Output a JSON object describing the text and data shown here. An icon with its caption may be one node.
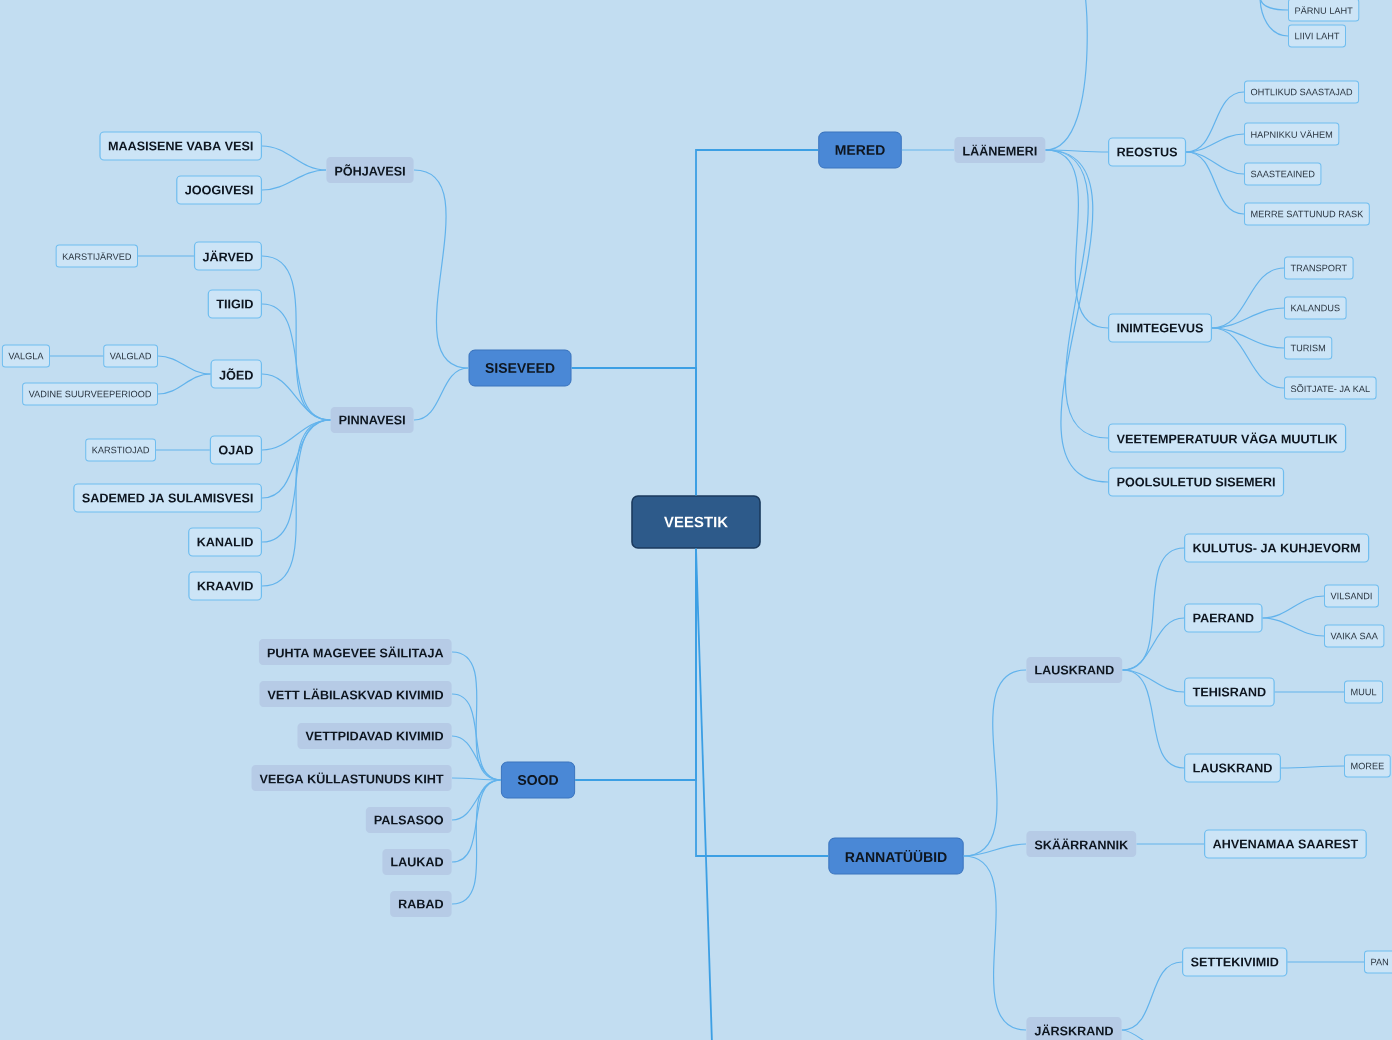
{
  "diagram": {
    "nodes": [
      {
        "text": [
          "VEESTIK"
        ]
      },
      {
        "text": [
          "SISEVEED"
        ]
      },
      {
        "text": [
          "PÕHJAVESI"
        ]
      },
      {
        "text": [
          "MAASISENE VABA VESI"
        ]
      },
      {
        "text": [
          "JOOGIVESI"
        ]
      },
      {
        "text": [
          "PINNAVESI"
        ]
      },
      {
        "text": [
          "JÄRVED"
        ]
      },
      {
        "text": [
          "KARSTIJÄRVED"
        ]
      },
      {
        "text": [
          "TIIGID"
        ]
      },
      {
        "text": [
          "JÕED"
        ]
      },
      {
        "text": [
          "VALGLAD"
        ]
      },
      {
        "text": [
          "VALGLA"
        ]
      },
      {
        "text": [
          "VADINE SUURVEEPERIOOD"
        ]
      },
      {
        "text": [
          "OJAD"
        ]
      },
      {
        "text": [
          "KARSTIOJAD"
        ]
      },
      {
        "text": [
          "SADEMED JA SULAMISVESI"
        ]
      },
      {
        "text": [
          "KANALID"
        ]
      },
      {
        "text": [
          "KRAAVID"
        ]
      },
      {
        "text": [
          "SOOD"
        ]
      },
      {
        "text": [
          "PUHTA MAGEVEE SÄILITAJA"
        ]
      },
      {
        "text": [
          "VETT LÄBILASKVAD KIVIMID"
        ]
      },
      {
        "text": [
          "VETTPIDAVAD KIVIMID"
        ]
      },
      {
        "text": [
          "VEEGA KÜLLASTUNUDS KIHT"
        ]
      },
      {
        "text": [
          "PALSASOO"
        ]
      },
      {
        "text": [
          "LAUKAD"
        ]
      },
      {
        "text": [
          "RABAD"
        ]
      },
      {
        "text": [
          "MERED"
        ]
      },
      {
        "text": [
          "LÄÄNEMERI"
        ]
      },
      {
        "text": [
          "PÄRNU LAHT"
        ]
      },
      {
        "text": [
          "LIIVI LAHT"
        ]
      },
      {
        "text": [
          "REOSTUS"
        ]
      },
      {
        "text": [
          "OHTLIKUD SAASTAJAD"
        ]
      },
      {
        "text": [
          "HAPNIKKU VÄHEM"
        ]
      },
      {
        "text": [
          "SAASTEAINED"
        ]
      },
      {
        "text": [
          "MERRE SATTUNUD RASK"
        ]
      },
      {
        "text": [
          "INIMTEGEVUS"
        ]
      },
      {
        "text": [
          "TRANSPORT"
        ]
      },
      {
        "text": [
          "KALANDUS"
        ]
      },
      {
        "text": [
          "TURISM"
        ]
      },
      {
        "text": [
          "SÕITJATE- JA KAL"
        ]
      },
      {
        "text": [
          "VEETEMPERATUUR VÄGA MUUTLIK"
        ]
      },
      {
        "text": [
          "POOLSULETUD SISEMERI"
        ]
      },
      {
        "text": [
          "RANNATÜÜBID"
        ]
      },
      {
        "text": [
          "LAUSKRAND"
        ]
      },
      {
        "text": [
          "KULUTUS- JA KUHJEVORM"
        ]
      },
      {
        "text": [
          "PAERAND"
        ]
      },
      {
        "text": [
          "VILSANDI"
        ]
      },
      {
        "text": [
          "VAIKA SAA"
        ]
      },
      {
        "text": [
          "TEHISRAND"
        ]
      },
      {
        "text": [
          "MUUL"
        ]
      },
      {
        "text": [
          "LAUSKRAND"
        ]
      },
      {
        "text": [
          "MOREE"
        ]
      },
      {
        "text": [
          "SKÄÄRRANNIK"
        ]
      },
      {
        "text": [
          "AHVENAMAA SAAREST"
        ]
      },
      {
        "text": [
          "JÄRSKRAND"
        ]
      },
      {
        "text": [
          "SETTEKIVIMID"
        ]
      },
      {
        "text": [
          "PAN"
        ]
      }
    ],
    "edges": [
      {
        "from": 0,
        "to": 1,
        "arrow": "none"
      },
      {
        "from": 0,
        "to": 18,
        "arrow": "none"
      },
      {
        "from": 0,
        "to": 26,
        "arrow": "none"
      },
      {
        "from": 0,
        "to": 42,
        "arrow": "none"
      },
      {
        "from": 0,
        "to": null,
        "arrow": "none"
      },
      {
        "from": 1,
        "to": 2,
        "arrow": "none"
      },
      {
        "from": 1,
        "to": 5,
        "arrow": "none"
      },
      {
        "from": 2,
        "to": 3,
        "arrow": "none"
      },
      {
        "from": 2,
        "to": 4,
        "arrow": "none"
      },
      {
        "from": 5,
        "to": 6,
        "arrow": "none"
      },
      {
        "from": 5,
        "to": 8,
        "arrow": "none"
      },
      {
        "from": 5,
        "to": 9,
        "arrow": "none"
      },
      {
        "from": 5,
        "to": 13,
        "arrow": "none"
      },
      {
        "from": 5,
        "to": 15,
        "arrow": "none"
      },
      {
        "from": 5,
        "to": 16,
        "arrow": "none"
      },
      {
        "from": 5,
        "to": 17,
        "arrow": "none"
      },
      {
        "from": 6,
        "to": 7,
        "arrow": "none"
      },
      {
        "from": 9,
        "to": 10,
        "arrow": "none"
      },
      {
        "from": 10,
        "to": 11,
        "arrow": "none"
      },
      {
        "from": 9,
        "to": 12,
        "arrow": "none"
      },
      {
        "from": 13,
        "to": 14,
        "arrow": "none"
      },
      {
        "from": 18,
        "to": 19,
        "arrow": "none"
      },
      {
        "from": 18,
        "to": 20,
        "arrow": "none"
      },
      {
        "from": 18,
        "to": 21,
        "arrow": "none"
      },
      {
        "from": 18,
        "to": 22,
        "arrow": "none"
      },
      {
        "from": 18,
        "to": 23,
        "arrow": "none"
      },
      {
        "from": 18,
        "to": 24,
        "arrow": "none"
      },
      {
        "from": 18,
        "to": 25,
        "arrow": "none"
      },
      {
        "from": 26,
        "to": 27,
        "arrow": "none"
      },
      {
        "from": 27,
        "to": null,
        "arrow": "none"
      },
      {
        "from": null,
        "to": 28,
        "arrow": "none"
      },
      {
        "from": null,
        "to": 29,
        "arrow": "none"
      },
      {
        "from": 27,
        "to": 30,
        "arrow": "none"
      },
      {
        "from": 30,
        "to": 31,
        "arrow": "none"
      },
      {
        "from": 30,
        "to": 32,
        "arrow": "none"
      },
      {
        "from": 30,
        "to": 33,
        "arrow": "none"
      },
      {
        "from": 30,
        "to": 34,
        "arrow": "none"
      },
      {
        "from": 27,
        "to": 35,
        "arrow": "none"
      },
      {
        "from": 35,
        "to": 36,
        "arrow": "none"
      },
      {
        "from": 35,
        "to": 37,
        "arrow": "none"
      },
      {
        "from": 35,
        "to": 38,
        "arrow": "none"
      },
      {
        "from": 35,
        "to": 39,
        "arrow": "none"
      },
      {
        "from": 27,
        "to": 40,
        "arrow": "none"
      },
      {
        "from": 27,
        "to": 41,
        "arrow": "none"
      },
      {
        "from": 42,
        "to": 43,
        "arrow": "none"
      },
      {
        "from": 42,
        "to": 52,
        "arrow": "none"
      },
      {
        "from": 42,
        "to": 54,
        "arrow": "none"
      },
      {
        "from": 43,
        "to": 44,
        "arrow": "none"
      },
      {
        "from": 43,
        "to": 45,
        "arrow": "none"
      },
      {
        "from": 45,
        "to": 46,
        "arrow": "none"
      },
      {
        "from": 45,
        "to": 47,
        "arrow": "none"
      },
      {
        "from": 43,
        "to": 48,
        "arrow": "none"
      },
      {
        "from": 48,
        "to": 49,
        "arrow": "none"
      },
      {
        "from": 43,
        "to": 50,
        "arrow": "none"
      },
      {
        "from": 50,
        "to": 51,
        "arrow": "none"
      },
      {
        "from": 52,
        "to": 53,
        "arrow": "none"
      },
      {
        "from": 54,
        "to": 55,
        "arrow": "none"
      },
      {
        "from": 55,
        "to": 56,
        "arrow": "none"
      },
      {
        "from": 54,
        "to": null,
        "arrow": "none"
      }
    ]
  }
}
